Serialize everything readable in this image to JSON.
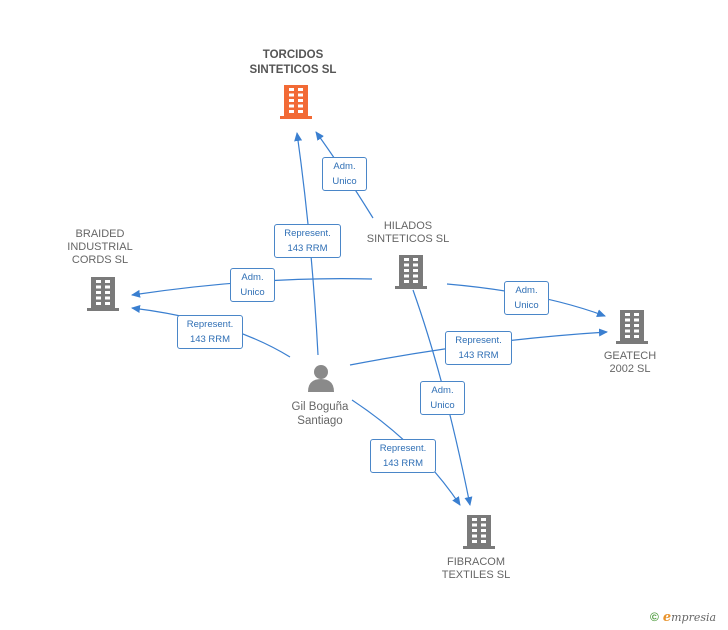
{
  "colors": {
    "edge": "#3a7fd0",
    "building": "#7a7a7a",
    "focus_building": "#f26a35",
    "person": "#8a8a8a"
  },
  "nodes": {
    "torcidos": {
      "label": "TORCIDOS\nSINTETICOS SL",
      "icon": "building-icon"
    },
    "hilados": {
      "label": "HILADOS\nSINTETICOS SL",
      "icon": "building-icon"
    },
    "braided": {
      "label": "BRAIDED\nINDUSTRIAL\nCORDS SL",
      "icon": "building-icon"
    },
    "geatech": {
      "label": "GEATECH\n2002 SL",
      "icon": "building-icon"
    },
    "fibracom": {
      "label": "FIBRACOM\nTEXTILES SL",
      "icon": "building-icon"
    },
    "person": {
      "label": "Gil Boguña\nSantiago",
      "icon": "person-icon"
    }
  },
  "edges": {
    "hilados_torcidos": "Adm.\nUnico",
    "person_torcidos": "Represent.\n143 RRM",
    "hilados_braided": "Adm.\nUnico",
    "person_braided": "Represent.\n143 RRM",
    "hilados_geatech": "Adm.\nUnico",
    "person_geatech": "Represent.\n143 RRM",
    "hilados_fibracom": "Adm.\nUnico",
    "person_fibracom": "Represent.\n143 RRM"
  },
  "footer": {
    "copyright": "©",
    "brand_initial": "e",
    "brand_rest": "mpresia"
  }
}
